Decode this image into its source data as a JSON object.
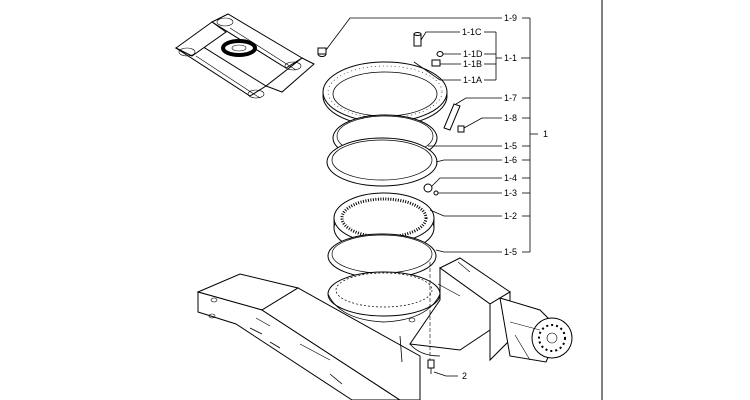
{
  "diagram": {
    "callouts": [
      {
        "id": "1-9",
        "text": "1-9"
      },
      {
        "id": "1-1C",
        "text": "1-1C"
      },
      {
        "id": "1-1D",
        "text": "1-1D"
      },
      {
        "id": "1-1B",
        "text": "1-1B"
      },
      {
        "id": "1-1A",
        "text": "1-1A"
      },
      {
        "id": "1-1",
        "text": "1-1"
      },
      {
        "id": "1-7",
        "text": "1-7"
      },
      {
        "id": "1-8",
        "text": "1-8"
      },
      {
        "id": "1",
        "text": "1"
      },
      {
        "id": "1-5a",
        "text": "1-5"
      },
      {
        "id": "1-6",
        "text": "1-6"
      },
      {
        "id": "1-4",
        "text": "1-4"
      },
      {
        "id": "1-3",
        "text": "1-3"
      },
      {
        "id": "1-2",
        "text": "1-2"
      },
      {
        "id": "1-5b",
        "text": "1-5"
      },
      {
        "id": "2",
        "text": "2"
      }
    ]
  }
}
